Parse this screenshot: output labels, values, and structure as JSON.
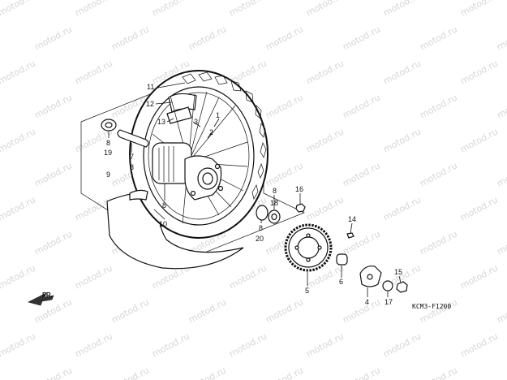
{
  "watermark_text": "motod.ru",
  "diagram_code": "KCM3-F1200",
  "direction_label": "FR.",
  "callouts": {
    "c1": "1",
    "c2": "2",
    "c3": "3",
    "c4": "4",
    "c5": "5",
    "c6": "6",
    "c7": "7",
    "c8a": "8",
    "c8b": "8",
    "c8c": "8",
    "c8d": "8",
    "c8e": "8",
    "c9": "9",
    "c10": "10",
    "c11": "11",
    "c12": "12",
    "c13": "13",
    "c14": "14",
    "c15": "15",
    "c16": "16",
    "c17": "17",
    "c18": "18",
    "c19": "19",
    "c20": "20"
  }
}
